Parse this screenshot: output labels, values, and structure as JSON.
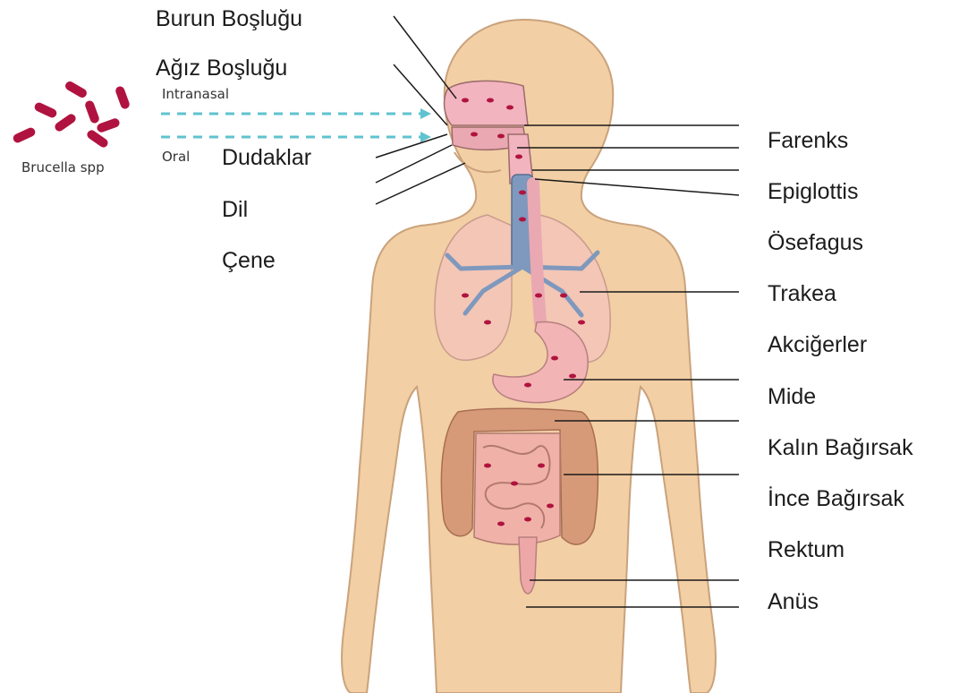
{
  "diagram": {
    "pathogen": "Brucella spp",
    "routes": [
      "Intranasal",
      "Oral"
    ],
    "left_labels": [
      "Burun Boşluğu",
      "Ağız Boşluğu",
      "Dudaklar",
      "Dil",
      "Çene"
    ],
    "right_labels": [
      "Farenks",
      "Epiglottis",
      "Ösefagus",
      "Trakea",
      "Akciğerler",
      "Mide",
      "Kalın Bağırsak",
      "İnce Bağırsak",
      "Rektum",
      "Anüs"
    ]
  },
  "colors": {
    "skin": "#f2cfa4",
    "skin_outline": "#caa27c",
    "bacteria": "#b0133f",
    "arrow": "#5fc3cf",
    "lung": "#f3c6b6",
    "trachea": "#7f98bd",
    "gut": "#f2b4b4",
    "colon": "#d79a78",
    "line": "#1a1a1a"
  }
}
